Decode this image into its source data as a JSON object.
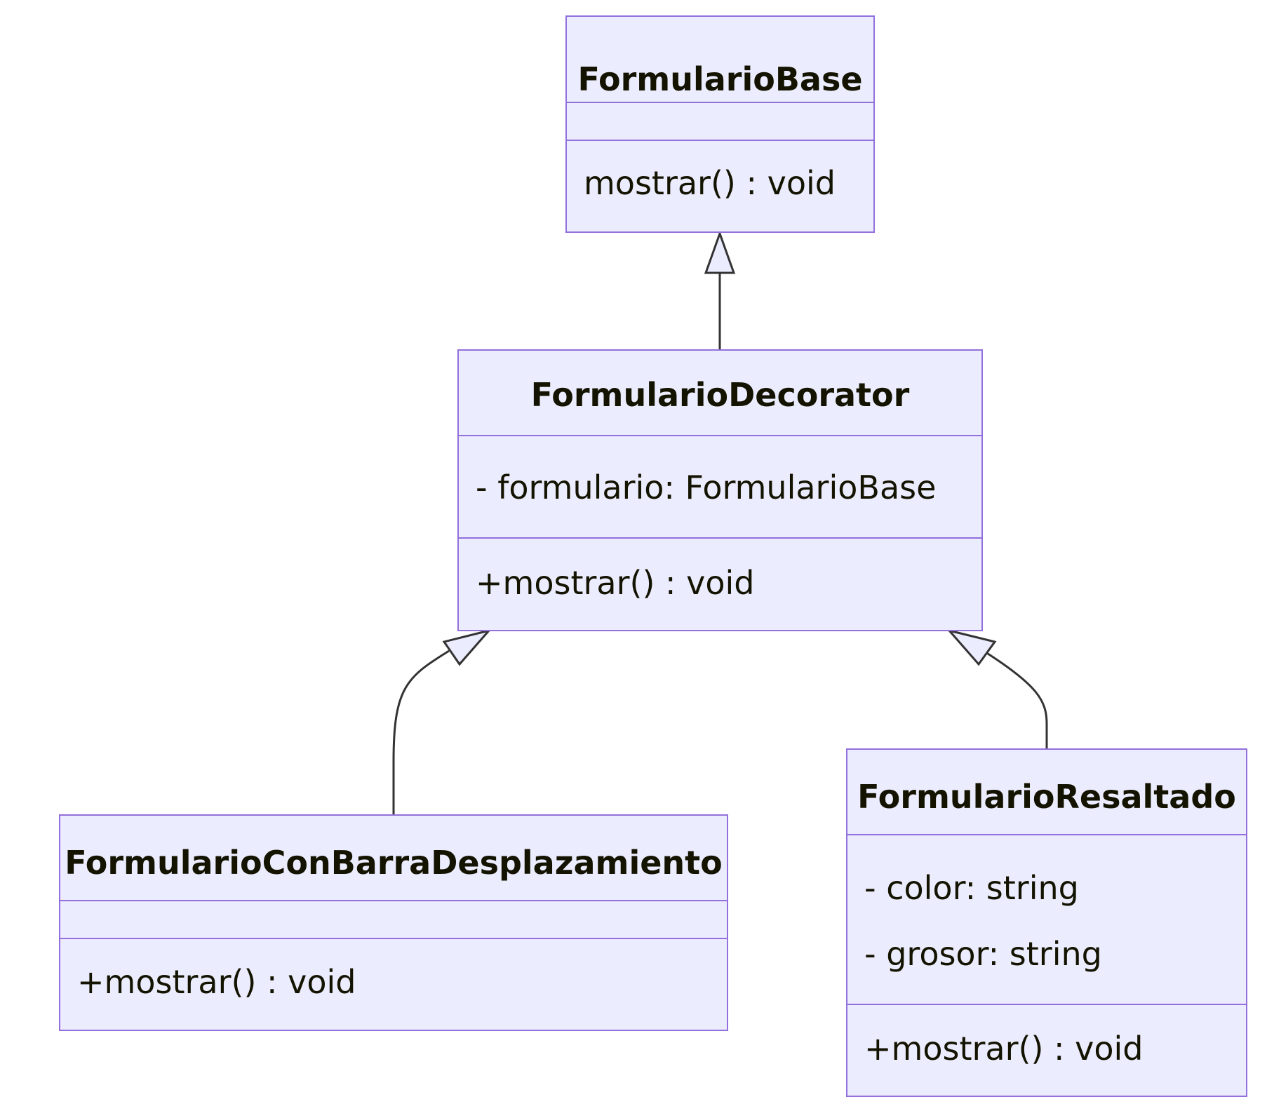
{
  "diagram": {
    "type": "class-diagram",
    "colors": {
      "box_fill": "#ececff",
      "box_border": "#9370db",
      "edge": "#333333",
      "text": "#131300"
    },
    "classes": {
      "base": {
        "name": "FormularioBase",
        "attributes": [],
        "methods": [
          "mostrar() : void"
        ]
      },
      "decorator": {
        "name": "FormularioDecorator",
        "attributes": [
          "- formulario: FormularioBase"
        ],
        "methods": [
          "+mostrar() : void"
        ]
      },
      "barra": {
        "name": "FormularioConBarraDesplazamiento",
        "attributes": [],
        "methods": [
          "+mostrar() : void"
        ]
      },
      "resaltado": {
        "name": "FormularioResaltado",
        "attributes": [
          "- color: string",
          "- grosor: string"
        ],
        "methods": [
          "+mostrar() : void"
        ]
      }
    },
    "relations": [
      {
        "from": "FormularioDecorator",
        "to": "FormularioBase",
        "kind": "inheritance"
      },
      {
        "from": "FormularioConBarraDesplazamiento",
        "to": "FormularioDecorator",
        "kind": "inheritance"
      },
      {
        "from": "FormularioResaltado",
        "to": "FormularioDecorator",
        "kind": "inheritance"
      }
    ]
  }
}
